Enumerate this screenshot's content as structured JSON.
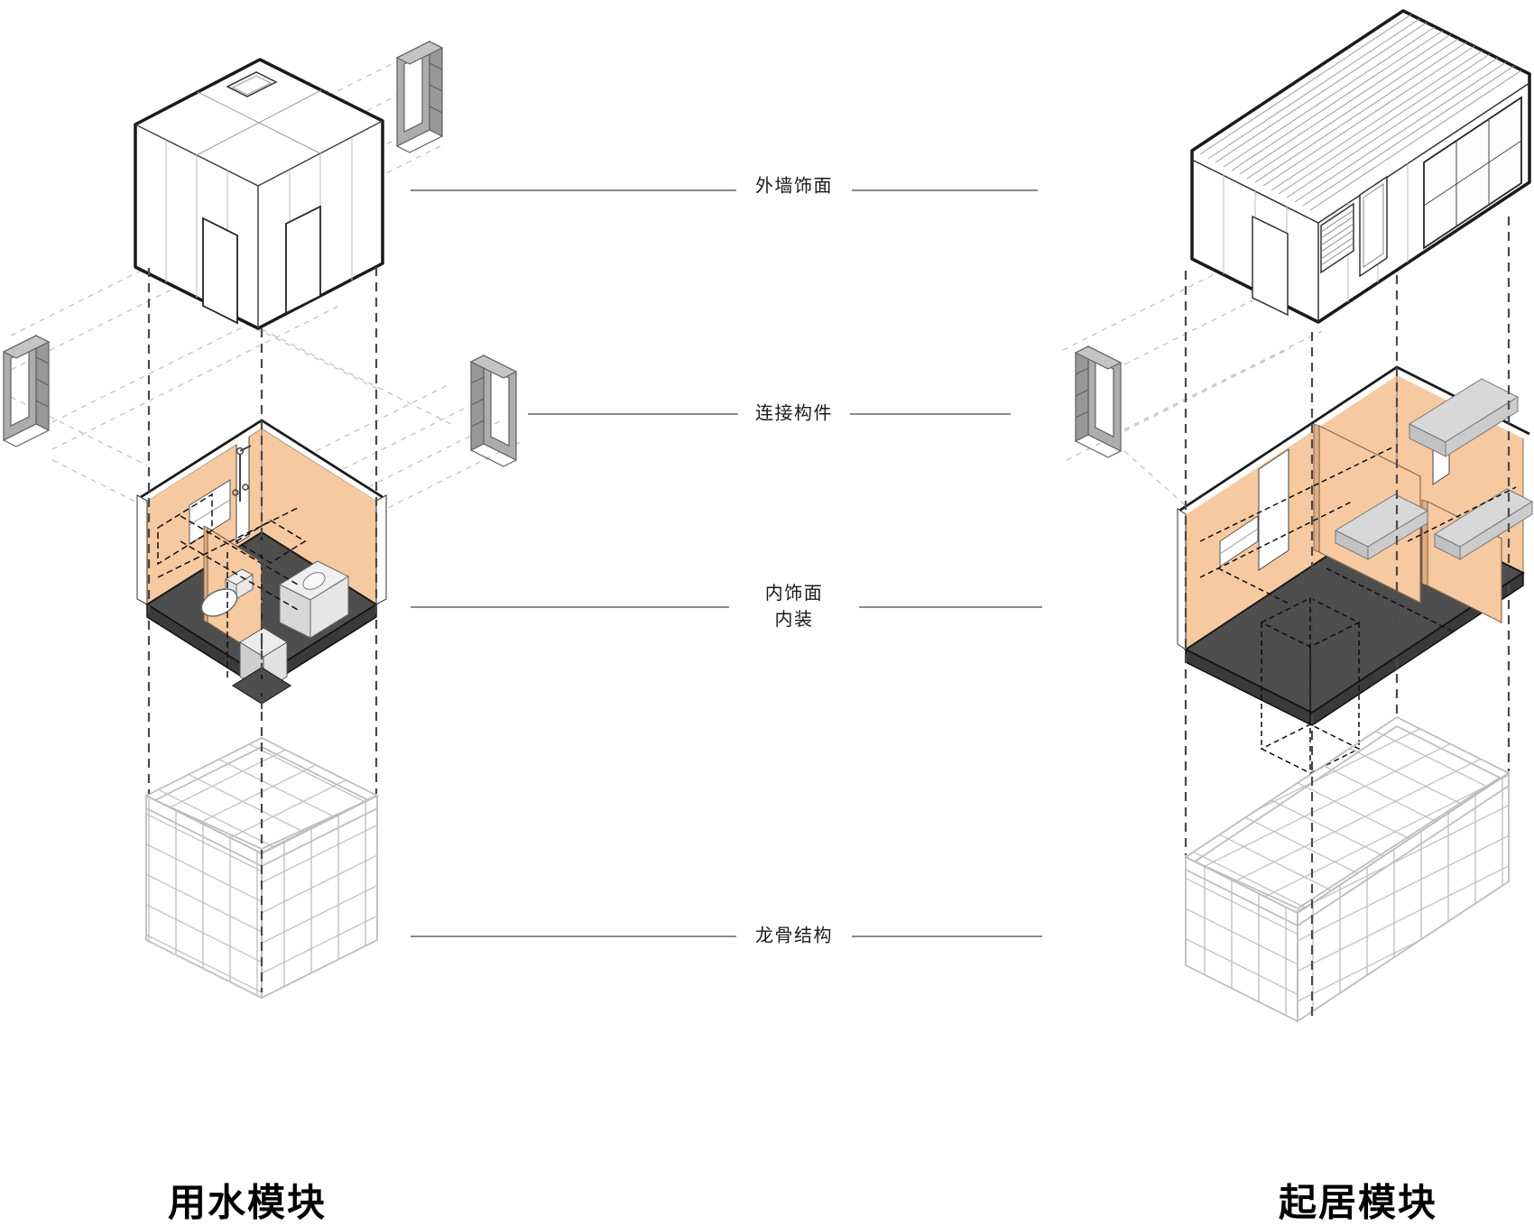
{
  "diagram_title_implied": "modular unit exploded axonometric",
  "layer_labels": {
    "exterior": "外墙饰面",
    "connector": "连接构件",
    "interior_line1": "内饰面",
    "interior_line2": "内装",
    "keel": "龙骨结构"
  },
  "modules": {
    "water": {
      "title": "用水模块"
    },
    "living": {
      "title": "起居模块"
    }
  },
  "colors": {
    "wall-orange": "#F6C9A1",
    "wall-orange-dark": "#E0AC80",
    "floor-dark": "#4E4E4E",
    "floor-darker": "#3A3A3A",
    "frame-gray": "#ADADAD",
    "frame-gray-dark": "#989898",
    "frame-flange": "#C4C4C4",
    "wire-gray": "#BDBDBD",
    "ink": "#1A1A1A",
    "seam-gray": "#9B9B9B",
    "dash-dark": "#4A4A4A",
    "dash-light": "#C6C6C6",
    "label-line": "#8A8A8A",
    "furniture-gray": "#D8D8D8",
    "furniture-gray-dark": "#C2C2C2"
  }
}
